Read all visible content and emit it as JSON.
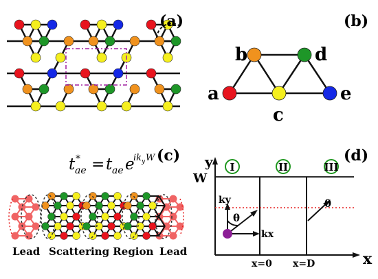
{
  "panels": {
    "a": {
      "label": "(a)"
    },
    "b": {
      "label": "(b)",
      "sites": [
        "a",
        "b",
        "c",
        "d",
        "e"
      ]
    },
    "c": {
      "label": "(c)",
      "lead_left": "Lead",
      "scattering_region": "Scattering Region",
      "lead_right": "Lead"
    },
    "d": {
      "label": "(d)",
      "y_axis": "y",
      "x_axis": "x",
      "width_label": "W",
      "regions": [
        "I",
        "II",
        "III"
      ],
      "x0_label": "x=0",
      "xD_label": "x=D",
      "ky_label": "ky",
      "kx_label": "kx",
      "theta1": "θ",
      "theta3": "θ"
    }
  },
  "colors": {
    "red": "#e8141e",
    "orange": "#f0921e",
    "green": "#1e9628",
    "blue": "#1428e6",
    "yellow": "#f5ef1e",
    "lead": "#f06464",
    "purple": "#8c1e96",
    "dotted": "#e61e1e",
    "circle": "#1e961e"
  }
}
